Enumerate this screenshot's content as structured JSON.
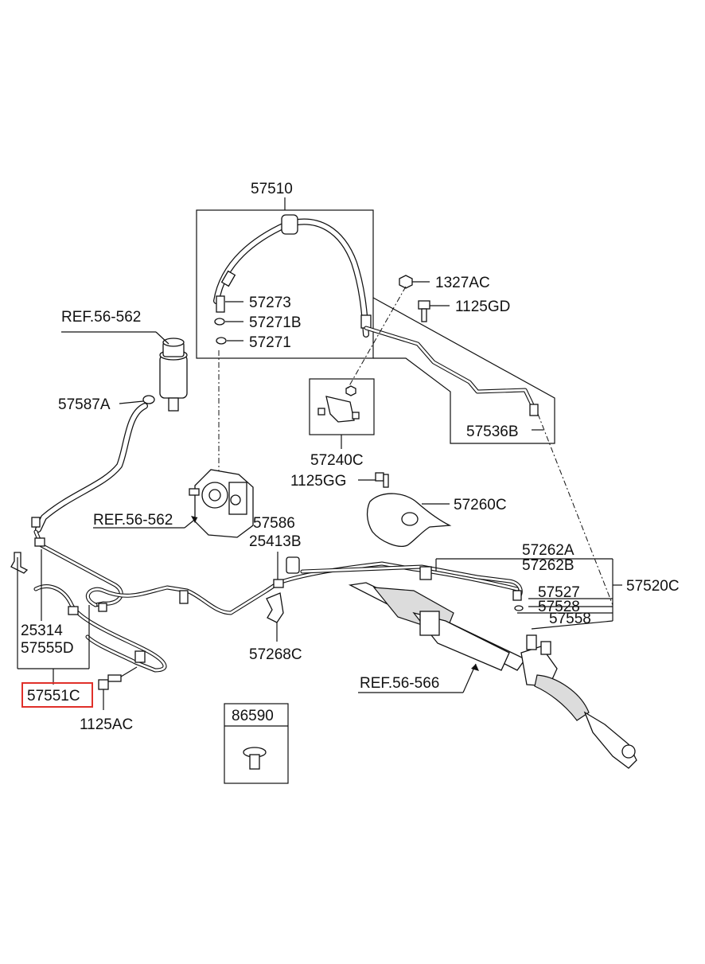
{
  "diagram": {
    "part_labels": {
      "p57510": "57510",
      "p1327AC": "1327AC",
      "p1125GD": "1125GD",
      "p57273": "57273",
      "p57271B": "57271B",
      "p57271": "57271",
      "ref_reservoir": "REF.56-562",
      "p57587A": "57587A",
      "p57536B": "57536B",
      "p57240C": "57240C",
      "p1125GG": "1125GG",
      "p57260C": "57260C",
      "ref_pump": "REF.56-562",
      "p57586": "57586",
      "p25413B": "25413B",
      "p57262A": "57262A",
      "p57262B": "57262B",
      "p57520C": "57520C",
      "p57527": "57527",
      "p57528": "57528",
      "p57558": "57558",
      "p25314": "25314",
      "p57555D": "57555D",
      "p57268C": "57268C",
      "ref_gear": "REF.56-566",
      "p57551C": "57551C",
      "p1125AC": "1125AC",
      "p86590": "86590"
    },
    "highlighted_part": "57551C",
    "highlight_color": "#e0302a",
    "line_color": "#111111"
  }
}
